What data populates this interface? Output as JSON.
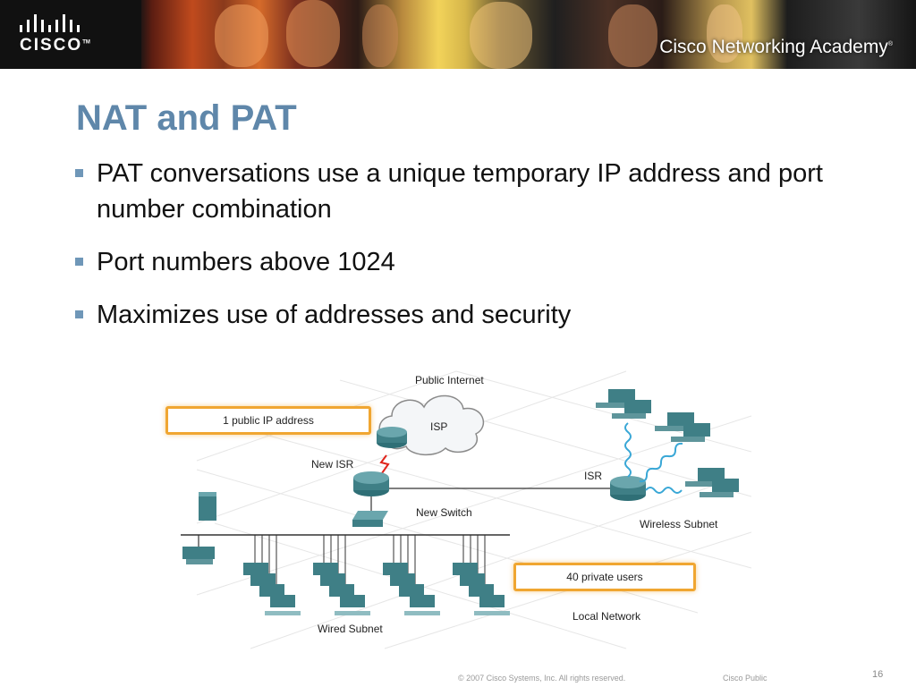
{
  "banner": {
    "logo_text": "CISCO",
    "logo_mark": "TM",
    "academy_title": "Cisco Networking Academy",
    "academy_mark": "®"
  },
  "slide": {
    "title": "NAT and PAT",
    "bullets": [
      "PAT conversations use a unique temporary IP address and port number combination",
      "Port numbers above 1024",
      "Maximizes use of addresses and security"
    ]
  },
  "diagram": {
    "public_internet": "Public Internet",
    "isp": "ISP",
    "public_ip_callout": "1 public IP address",
    "new_isr": "New ISR",
    "isr": "ISR",
    "new_switch": "New Switch",
    "wireless_subnet": "Wireless Subnet",
    "private_users_callout": "40 private users",
    "local_network": "Local Network",
    "wired_subnet": "Wired Subnet"
  },
  "footer": {
    "copyright": "© 2007 Cisco Systems, Inc. All rights reserved.",
    "classification": "Cisco Public",
    "page_number": "16"
  },
  "colors": {
    "title": "#5f87aa",
    "bullet_marker": "#6f97b8",
    "callout_border": "#f0a631",
    "device": "#3f7f86"
  }
}
